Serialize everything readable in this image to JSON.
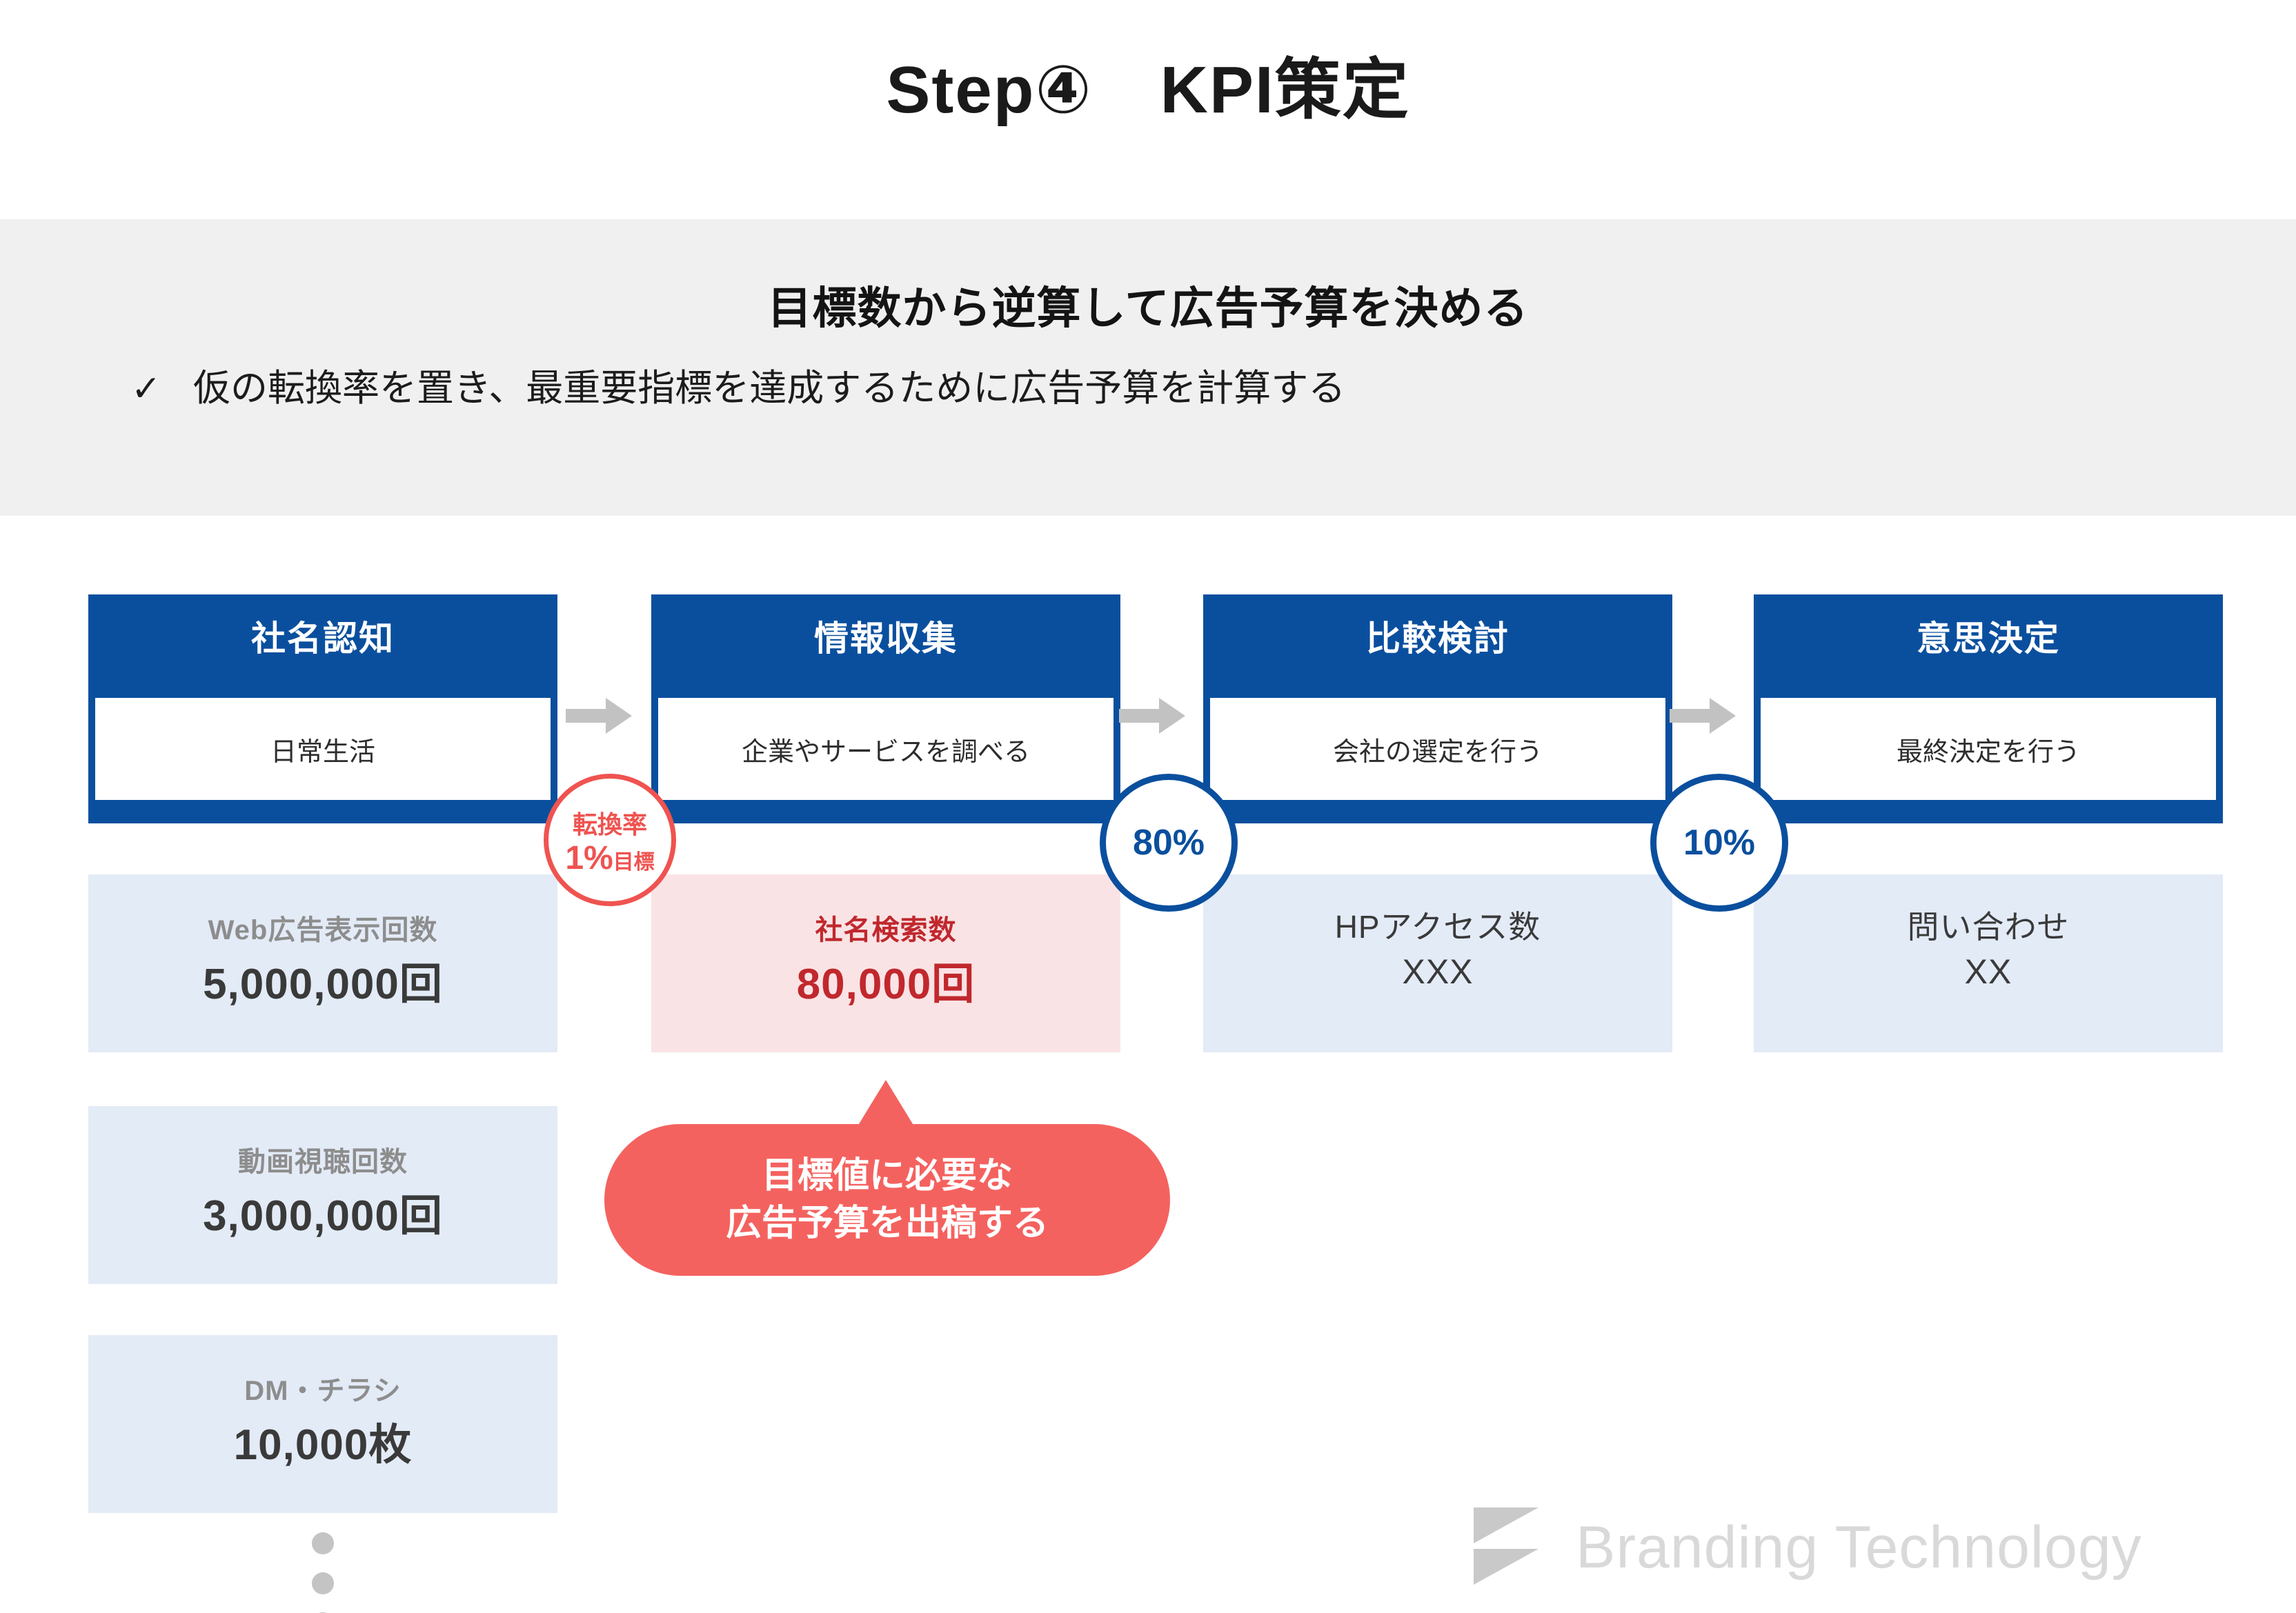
{
  "title": "Step④　KPI策定",
  "banner": {
    "heading": "目標数から逆算して広告予算を決める",
    "check_icon": "✓",
    "bullet": "仮の転換率を置き、最重要指標を達成するために広告予算を計算する"
  },
  "stages": [
    {
      "title": "社名認知",
      "desc": "日常生活"
    },
    {
      "title": "情報収集",
      "desc": "企業やサービスを調べる"
    },
    {
      "title": "比較検討",
      "desc": "会社の選定を行う"
    },
    {
      "title": "意思決定",
      "desc": "最終決定を行う"
    }
  ],
  "metrics": {
    "web_ads": {
      "label": "Web広告表示回数",
      "value": "5,000,000回"
    },
    "brand_search": {
      "label": "社名検索数",
      "value": "80,000回"
    },
    "hp_access": {
      "label": "HPアクセス数",
      "value": "XXX"
    },
    "inquiry": {
      "label": "問い合わせ",
      "value": "XX"
    },
    "video_views": {
      "label": "動画視聴回数",
      "value": "3,000,000回"
    },
    "dm_flyer": {
      "label": "DM・チラシ",
      "value": "10,000枚"
    }
  },
  "conversion": {
    "cvr_line1": "転換率",
    "cvr_value": "1%",
    "cvr_suffix": "目標",
    "pct_80": "80%",
    "pct_10": "10%"
  },
  "callout": {
    "line1": "目標値に必要な",
    "line2": "広告予算を出稿する"
  },
  "brand": {
    "name": "Branding Technology"
  },
  "colors": {
    "brand_blue": "#0a4f9e",
    "light_blue": "#e3ebf7",
    "accent_red": "#f4625f",
    "dark_red": "#c0282d",
    "pink_bg": "#fae3e5",
    "banner_gray": "#f0f0f0",
    "arrow_gray": "#c2c2c2"
  }
}
